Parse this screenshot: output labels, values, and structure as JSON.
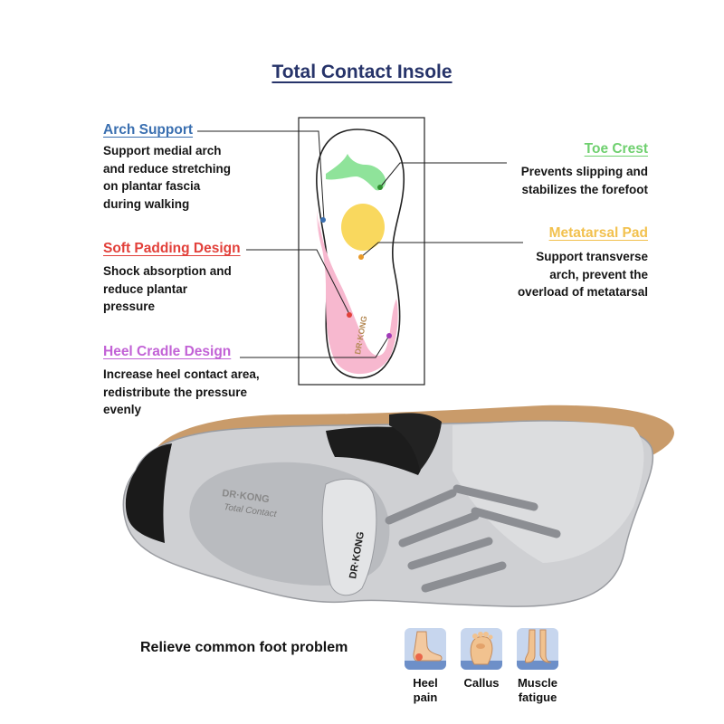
{
  "title": "Total Contact Insole",
  "features": {
    "arch_support": {
      "title": "Arch Support",
      "desc": "Support medial arch\nand reduce stretching\non plantar fascia\nduring walking",
      "color": "#3a6fb0"
    },
    "soft_padding": {
      "title": "Soft Padding Design",
      "desc": "Shock absorption and\nreduce plantar\npressure",
      "color": "#e2403a"
    },
    "heel_cradle": {
      "title": "Heel Cradle Design",
      "desc": "Increase heel contact area,\nredistribute the pressure\nevenly",
      "color": "#c262d6"
    },
    "toe_crest": {
      "title": "Toe Crest",
      "desc": "Prevents slipping and\nstabilizes the forefoot",
      "color": "#6fd06f"
    },
    "metatarsal_pad": {
      "title": "Metatarsal Pad",
      "desc": "Support transverse\narch, prevent the\noverload of metatarsal",
      "color": "#f2c14e"
    }
  },
  "insole": {
    "brand_text": "DR·KONG"
  },
  "shoe": {
    "brand_text": "DR·KONG",
    "tongue_text": "DR·KONG",
    "collar_text": "Total Contact"
  },
  "bottom": {
    "text": "Relieve common foot problem",
    "icons": [
      {
        "label": "Heel\npain",
        "icon": "heel-pain-icon"
      },
      {
        "label": "Callus",
        "icon": "callus-icon"
      },
      {
        "label": "Muscle\nfatigue",
        "icon": "muscle-fatigue-icon"
      }
    ]
  }
}
